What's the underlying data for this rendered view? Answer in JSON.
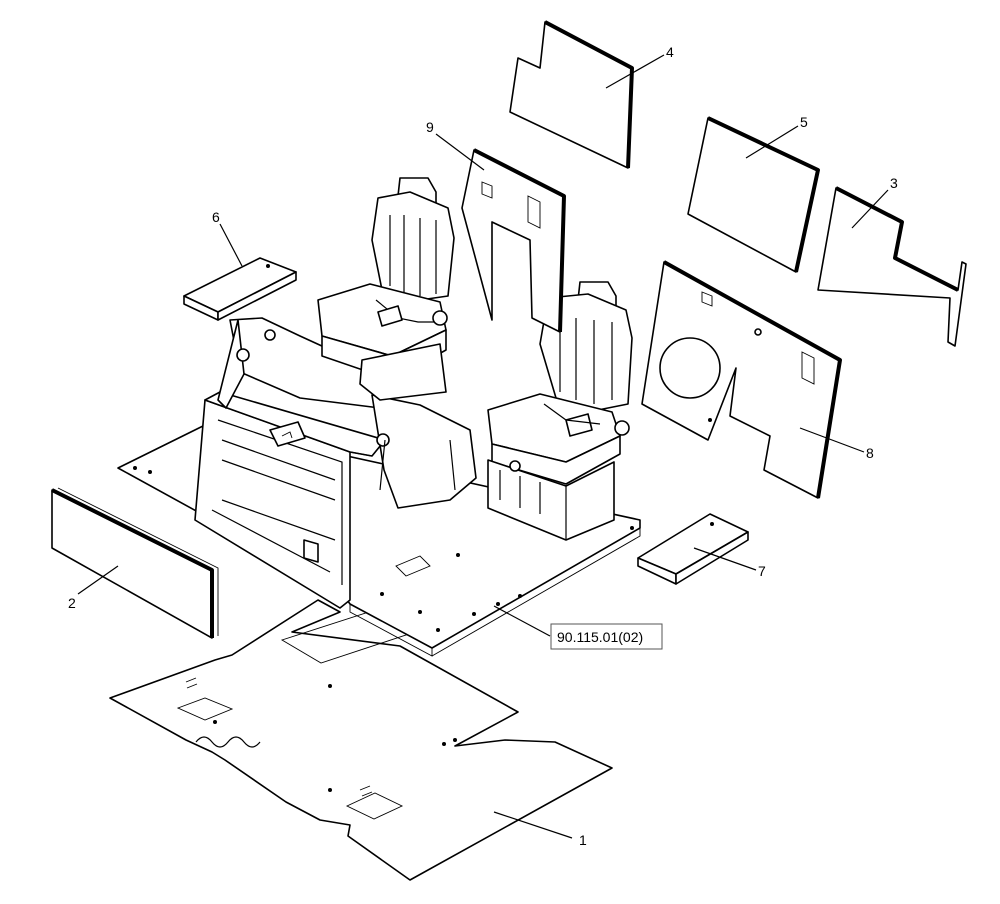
{
  "callouts": [
    "1",
    "2",
    "3",
    "4",
    "5",
    "6",
    "7",
    "8",
    "9"
  ],
  "reference_label": "90.115.01(02)"
}
